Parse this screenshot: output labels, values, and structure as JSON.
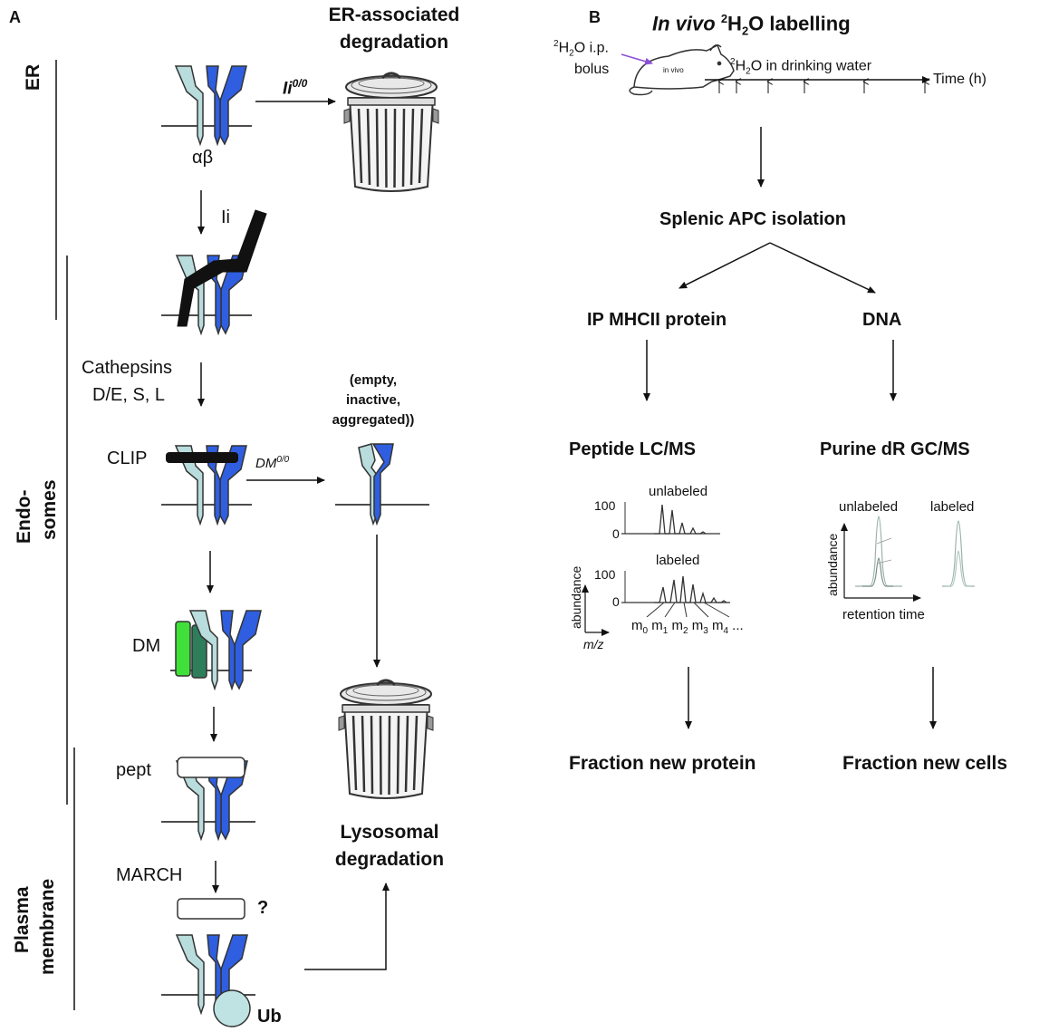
{
  "panelA": {
    "label": "A",
    "title_line1": "ER-associated",
    "title_line2": "degradation",
    "compartments": {
      "er": "ER",
      "endosomes_line1": "Endo-",
      "endosomes_line2": "somes",
      "plasma_line1": "Plasma",
      "plasma_line2": "membrane"
    },
    "alpha_beta": "αβ",
    "ii0_base": "Ii",
    "ii0_sup": "0/0",
    "ii": "Ii",
    "cathepsins_line1": "Cathepsins",
    "cathepsins_line2": "D/E, S, L",
    "empty_line1": "(empty,",
    "empty_line2": "inactive,",
    "empty_line3": "aggregated))",
    "clip": "CLIP",
    "dm00_base": "DM",
    "dm00_sup": "0/0",
    "dm": "DM",
    "pept": "pept",
    "march": "MARCH",
    "question": "?",
    "ub": "Ub",
    "lyso_line1": "Lysosomal",
    "lyso_line2": "degradation"
  },
  "panelB": {
    "label": "B",
    "title_italic": "In vivo",
    "title_sup": "2",
    "title_h": "H",
    "title_sub": "2",
    "title_rest": "O labelling",
    "bolus_sup": "2",
    "bolus_line1": "H",
    "bolus_sub": "2",
    "bolus_line1_rest": "O i.p.",
    "bolus_line2": "bolus",
    "mouse_label": "in vivo",
    "drinking_sup": "2",
    "drinking_h": "H",
    "drinking_sub": "2",
    "drinking_rest": "O in drinking water",
    "time_label": "Time (h)",
    "isolation": "Splenic APC isolation",
    "ip_mhcii": "IP MHCII protein",
    "dna": "DNA",
    "peptide_lcms": "Peptide LC/MS",
    "purine_gcms": "Purine dR GC/MS",
    "unlabeled_a": "unlabeled",
    "labeled_a": "labeled",
    "tick_100_a": "100",
    "tick_0_a": "0",
    "tick_100_b": "100",
    "tick_0_b": "0",
    "abundance_a": "abundance",
    "mz": "m/z",
    "isotopologues": [
      "m",
      "m",
      "m",
      "m",
      "m"
    ],
    "isotopologue_subs": [
      "0",
      "1",
      "2",
      "3",
      "4"
    ],
    "ellipsis": "...",
    "unlabeled_b": "unlabeled",
    "labeled_b": "labeled",
    "abundance_b": "abundance",
    "retention": "retention time",
    "fraction_protein": "Fraction new protein",
    "fraction_cells": "Fraction new cells"
  },
  "colors": {
    "alpha_chain": "#b9dcdc",
    "beta_chain": "#2f5fe0",
    "dm_light": "#3fe03a",
    "dm_dark": "#2e7d5b",
    "ub": "#bfe3e3",
    "arrow_purple": "#8a4fd6"
  }
}
